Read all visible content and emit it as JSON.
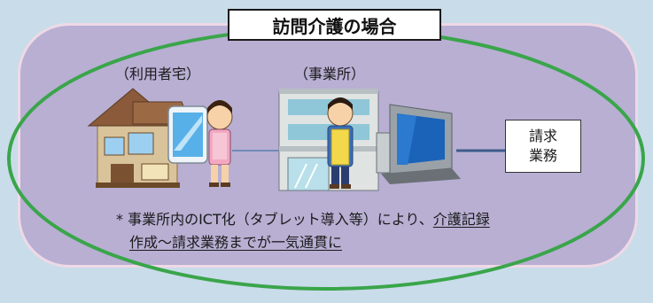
{
  "title": "訪問介護の場合",
  "labels": {
    "home": "（利用者宅）",
    "office": "（事業所）"
  },
  "billing_box": {
    "line1": "請求",
    "line2": "業務"
  },
  "note": {
    "bullet": "*",
    "text_plain": " 事業所内のICT化（タブレット導入等）により、",
    "text_underlined_1": "介護記録",
    "text_underlined_2": "作成～請求業務までが一気通貫に"
  },
  "colors": {
    "background": "#c9dcea",
    "panel": "#b8afd3",
    "panel_border": "#efd9e6",
    "ellipse": "#3aa54a"
  },
  "icons": [
    "house-icon",
    "tablet-icon",
    "caregiver-icon",
    "office-building-icon",
    "staff-icon",
    "computer-icon"
  ]
}
